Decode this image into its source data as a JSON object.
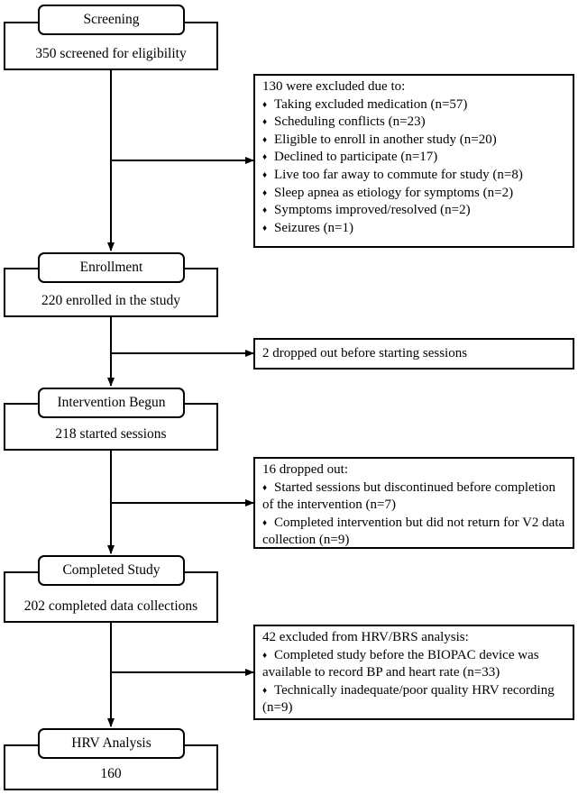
{
  "stages": [
    {
      "id": "screening",
      "label": "Screening",
      "count": "350 screened for eligibility"
    },
    {
      "id": "enrollment",
      "label": "Enrollment",
      "count": "220 enrolled in the study"
    },
    {
      "id": "intervention",
      "label": "Intervention Begun",
      "count": "218 started sessions"
    },
    {
      "id": "completed",
      "label": "Completed Study",
      "count": "202 completed data collections"
    },
    {
      "id": "hrv",
      "label": "HRV Analysis",
      "count": "160"
    }
  ],
  "exclusions": [
    {
      "heading": "130 were excluded due to:",
      "bullet": "♦",
      "items": [
        "Taking excluded medication (n=57)",
        "Scheduling conflicts (n=23)",
        "Eligible to enroll in another study (n=20)",
        "Declined to participate (n=17)",
        "Live too far away to commute for study (n=8)",
        "Sleep apnea as etiology for symptoms (n=2)",
        "Symptoms improved/resolved (n=2)",
        "Seizures (n=1)"
      ]
    },
    {
      "heading": "2 dropped out before starting sessions",
      "bullet": "♦",
      "items": []
    },
    {
      "heading": "16 dropped out:",
      "bullet": "♦",
      "items": [
        "Started sessions but discontinued before completion of the intervention (n=7)",
        "Completed intervention but did not return for V2 data collection (n=9)"
      ]
    },
    {
      "heading": "42 excluded from HRV/BRS analysis:",
      "bullet": "♦",
      "items": [
        "Completed study before the BIOPAC device was available to record BP and heart rate (n=33)",
        "Technically inadequate/poor quality HRV recording (n=9)"
      ]
    }
  ]
}
